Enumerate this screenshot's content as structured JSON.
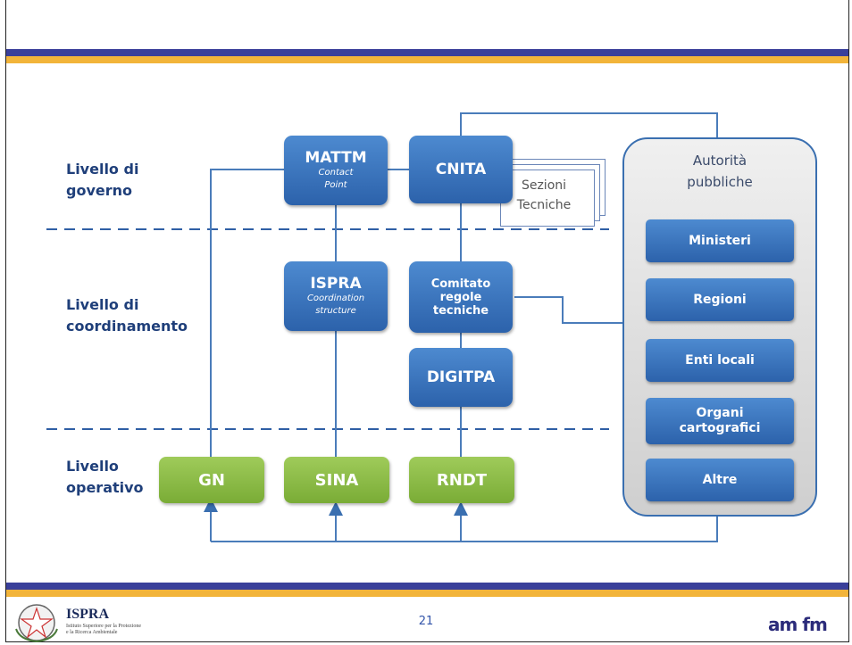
{
  "levels": {
    "governo": "Livello di\ngoverno",
    "coordinamento": "Livello di\ncoordinamento",
    "operativo": "Livello\noperativo"
  },
  "boxes": {
    "mattm": {
      "title": "MATTM",
      "sub": "Contact\nPoint"
    },
    "cnita": {
      "title": "CNITA"
    },
    "ispra": {
      "title": "ISPRA",
      "sub": "Coordination\nstructure"
    },
    "comitato": {
      "title": "Comitato\nregole\ntecniche"
    },
    "digitpa": {
      "title": "DIGITPA"
    },
    "sezioni": "Sezioni\nTecniche"
  },
  "operative": {
    "gn": "GN",
    "sina": "SINA",
    "rndt": "RNDT"
  },
  "authorities": {
    "title": "Autorità\npubbliche",
    "items": [
      "Ministeri",
      "Regioni",
      "Enti locali",
      "Organi\ncartografici",
      "Altre"
    ]
  },
  "footer": {
    "page_number": "21",
    "ispra_name": "ISPRA",
    "ispra_sub": "Istituto Superiore per la Protezione\ne la Ricerca Ambientale",
    "amfm": "am fm"
  },
  "colors": {
    "blue": "#2c62ab",
    "green": "#7aac36",
    "band_blue": "#3a3f9a",
    "band_gold": "#f2b43a"
  }
}
